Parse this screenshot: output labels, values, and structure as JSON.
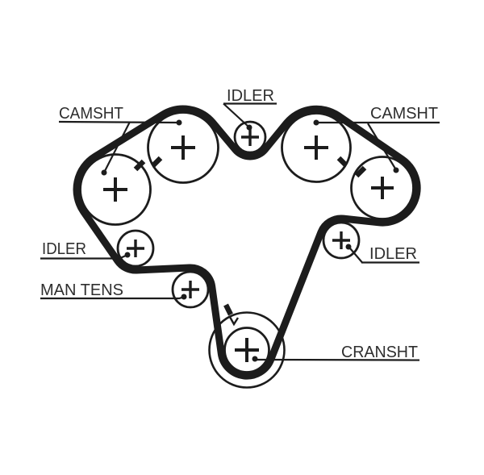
{
  "diagram": {
    "type": "timing-belt-routing",
    "background_color": "#ffffff",
    "line_color": "#1c1c1c",
    "text_color": "#2e2e2e",
    "labels": {
      "camshaft_left": "CAMSHT",
      "camshaft_right": "CAMSHT",
      "idler_top": "IDLER",
      "idler_left": "IDLER",
      "idler_right": "IDLER",
      "manual_tensioner": "MAN TENS",
      "crankshaft": "CRANSHT"
    },
    "components": [
      {
        "role": "camshaft-sprocket-outer-left",
        "label": "CAMSHT"
      },
      {
        "role": "camshaft-sprocket-inner-left",
        "label": "CAMSHT"
      },
      {
        "role": "top-idler-pulley",
        "label": "IDLER"
      },
      {
        "role": "camshaft-sprocket-inner-right",
        "label": "CAMSHT"
      },
      {
        "role": "camshaft-sprocket-outer-right",
        "label": "CAMSHT"
      },
      {
        "role": "left-idler-pulley",
        "label": "IDLER"
      },
      {
        "role": "manual-tensioner-pulley",
        "label": "MAN TENS"
      },
      {
        "role": "right-idler-pulley",
        "label": "IDLER"
      },
      {
        "role": "crankshaft-sprocket",
        "label": "CRANSHT"
      }
    ]
  }
}
